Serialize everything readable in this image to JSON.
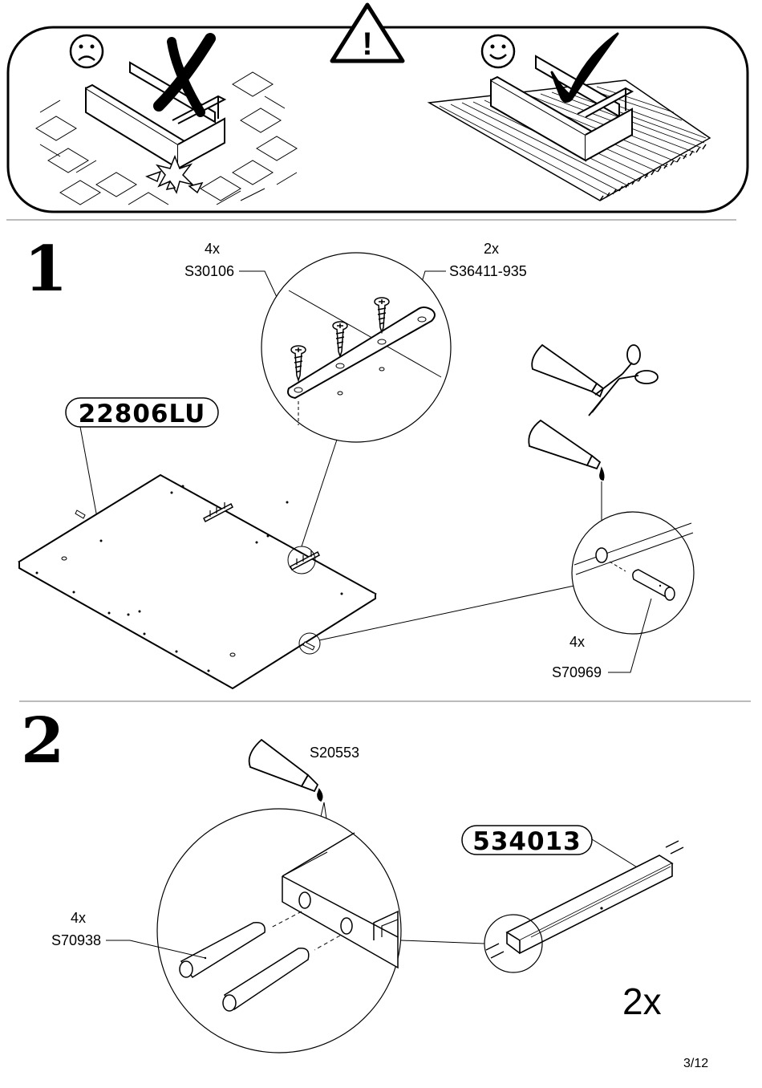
{
  "warning": {
    "sad_face": "☹",
    "happy_face": "☺",
    "exclamation": "!"
  },
  "step1": {
    "number": "1",
    "screw": {
      "qty": "4x",
      "code": "S30106"
    },
    "plate": {
      "qty": "2x",
      "code": "S36411-935"
    },
    "board_part": "22806LU",
    "dowel": {
      "qty": "4x",
      "code": "S70969"
    }
  },
  "step2": {
    "number": "2",
    "glue_code": "S20553",
    "rail_part": "534013",
    "dowel": {
      "qty": "4x",
      "code": "S70938"
    },
    "repeat": "2x"
  },
  "page_number": "3/12"
}
